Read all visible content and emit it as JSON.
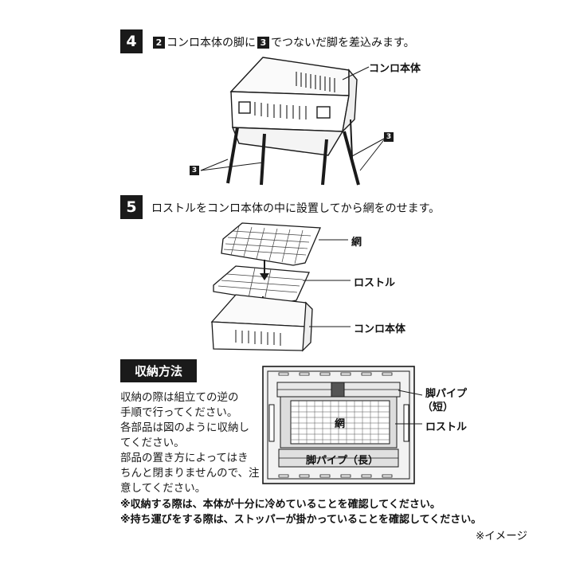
{
  "step4": {
    "number": "4",
    "ref_a": "2",
    "text_a": "コンロ本体の脚に",
    "ref_b": "3",
    "text_b": "でつないだ脚を差込みます。",
    "label_body": "コンロ本体",
    "ref_left": "3",
    "ref_right": "3"
  },
  "step5": {
    "number": "5",
    "text": "ロストルをコンロ本体の中に設置してから網をのせます。",
    "label_net": "網",
    "label_rostle": "ロストル",
    "label_body": "コンロ本体"
  },
  "storage": {
    "heading": "収納方法",
    "lines": [
      "収納の際は組立ての逆の",
      "手順で行ってください。",
      "各部品は図のように収納し",
      "てください。",
      "部品の置き方によってはき",
      "ちんと閉まりませんので、注",
      "意してください。"
    ],
    "label_leg_short_1": "脚パイプ",
    "label_leg_short_2": "（短）",
    "label_rostle": "ロストル",
    "label_net": "網",
    "label_leg_long": "脚パイプ（長）"
  },
  "notes": [
    "※収納する際は、本体が十分に冷めていることを確認してください。",
    "※持ち運びをする際は、ストッパーが掛かっていることを確認してください。"
  ],
  "image_note": "※イメージ",
  "colors": {
    "ink": "#1a1a1a",
    "panel": "#f2f2f2",
    "mesh": "#444444"
  }
}
